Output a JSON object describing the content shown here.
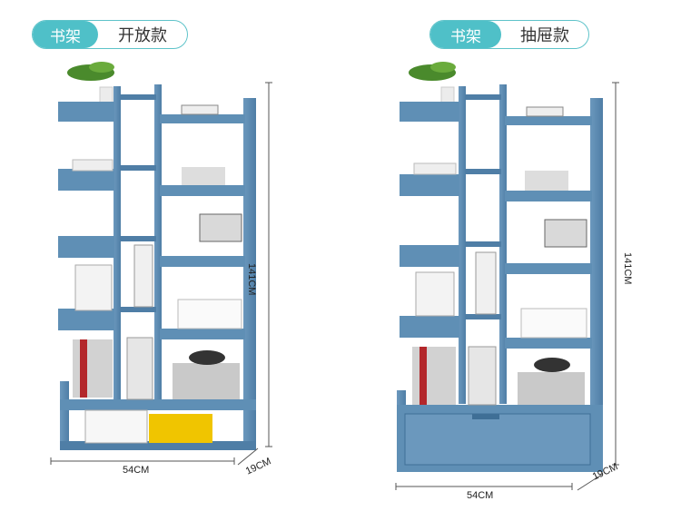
{
  "left": {
    "category": "书架",
    "style": "开放款",
    "height_label": "141CM",
    "width_label": "54CM",
    "depth_label": "19CM"
  },
  "right": {
    "category": "书架",
    "style": "抽屉款",
    "height_label": "141CM",
    "width_label": "54CM",
    "depth_label": "19CM"
  },
  "colors": {
    "accent": "#4fc0c8",
    "shelf": "#5f8fb5",
    "shelf_dark": "#3f6f96"
  }
}
